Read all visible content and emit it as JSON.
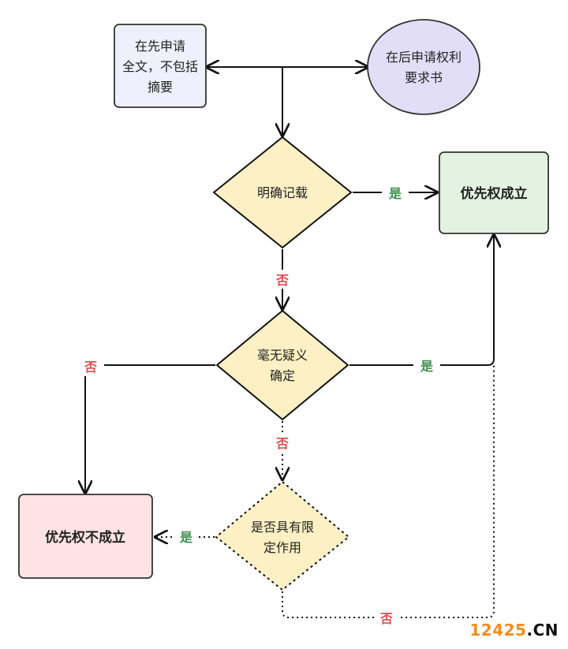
{
  "nodes": {
    "earlier_app": {
      "lines": [
        "在先申请",
        "全文，不包括",
        "摘要"
      ],
      "fill": "#eff0fb",
      "stroke": "#333333"
    },
    "later_claims": {
      "lines": [
        "在后申请权利",
        "要求书"
      ],
      "fill": "#e3def8",
      "stroke": "#333333"
    },
    "clearly_recorded": {
      "lines": [
        "明确记载"
      ],
      "fill": "#fdf0c4",
      "stroke": "#111111"
    },
    "unambiguous": {
      "lines": [
        "毫无疑义",
        "确定"
      ],
      "fill": "#fdf0c4",
      "stroke": "#111111"
    },
    "limiting_effect": {
      "lines": [
        "是否具有限",
        "定作用"
      ],
      "fill": "#fdf0c4",
      "stroke": "#111111"
    },
    "priority_ok": {
      "lines": [
        "优先权成立"
      ],
      "fill": "#e2f4e1",
      "stroke": "#333333"
    },
    "priority_fail": {
      "lines": [
        "优先权不成立"
      ],
      "fill": "#fde3e3",
      "stroke": "#333333",
      "text_color": "#d9534f"
    }
  },
  "edge_labels": {
    "yes_1": "是",
    "no_1": "否",
    "yes_2": "是",
    "no_2": "否",
    "no_3": "否",
    "yes_3": "是",
    "no_4": "否"
  },
  "colors": {
    "yes": "#3f8f4e",
    "no": "#d9534f"
  },
  "watermark": {
    "digits": "12425",
    "suffix": ".CN",
    "digits_color": "#f28c1e",
    "suffix_color": "#111111"
  }
}
